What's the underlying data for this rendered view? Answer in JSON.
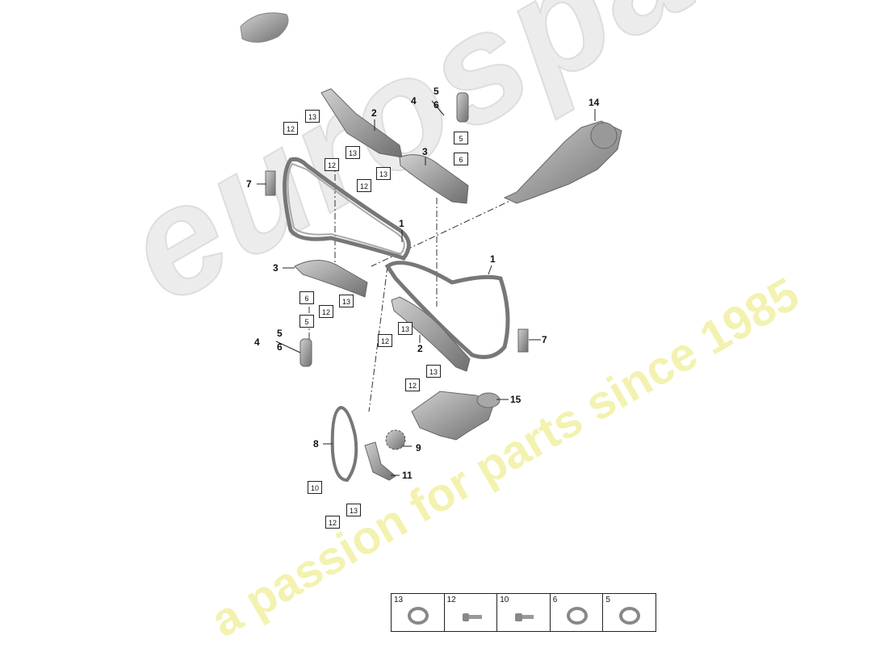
{
  "watermark": {
    "brand": "eurospares",
    "tagline": "a passion for parts since 1985"
  },
  "callouts": [
    {
      "id": "c14",
      "label": "14"
    },
    {
      "id": "c2a",
      "label": "2"
    },
    {
      "id": "c3a",
      "label": "3"
    },
    {
      "id": "c4a",
      "label": "4"
    },
    {
      "id": "c5a",
      "label": "5"
    },
    {
      "id": "c6a",
      "label": "6"
    },
    {
      "id": "c7a",
      "label": "7"
    },
    {
      "id": "c1a",
      "label": "1"
    },
    {
      "id": "c1b",
      "label": "1"
    },
    {
      "id": "c3b",
      "label": "3"
    },
    {
      "id": "c4b",
      "label": "4"
    },
    {
      "id": "c5b",
      "label": "5"
    },
    {
      "id": "c6b",
      "label": "6"
    },
    {
      "id": "c2b",
      "label": "2"
    },
    {
      "id": "c7b",
      "label": "7"
    },
    {
      "id": "c15",
      "label": "15"
    },
    {
      "id": "c8",
      "label": "8"
    },
    {
      "id": "c9",
      "label": "9"
    },
    {
      "id": "c11",
      "label": "11"
    }
  ],
  "boxes": [
    {
      "id": "b1",
      "label": "13"
    },
    {
      "id": "b2",
      "label": "12"
    },
    {
      "id": "b3",
      "label": "13"
    },
    {
      "id": "b4",
      "label": "12"
    },
    {
      "id": "b5",
      "label": "13"
    },
    {
      "id": "b6",
      "label": "12"
    },
    {
      "id": "b7",
      "label": "5"
    },
    {
      "id": "b8",
      "label": "6"
    },
    {
      "id": "b9",
      "label": "6"
    },
    {
      "id": "b10",
      "label": "5"
    },
    {
      "id": "b11",
      "label": "12"
    },
    {
      "id": "b12",
      "label": "13"
    },
    {
      "id": "b13",
      "label": "13"
    },
    {
      "id": "b14",
      "label": "12"
    },
    {
      "id": "b15",
      "label": "13"
    },
    {
      "id": "b16",
      "label": "12"
    },
    {
      "id": "b17",
      "label": "10"
    },
    {
      "id": "b18",
      "label": "13"
    },
    {
      "id": "b19",
      "label": "12"
    }
  ],
  "legend": [
    {
      "label": "13",
      "icon": "o-ring-icon"
    },
    {
      "label": "12",
      "icon": "bolt-icon"
    },
    {
      "label": "10",
      "icon": "bolt-icon"
    },
    {
      "label": "6",
      "icon": "o-ring-icon"
    },
    {
      "label": "5",
      "icon": "o-ring-icon"
    }
  ]
}
